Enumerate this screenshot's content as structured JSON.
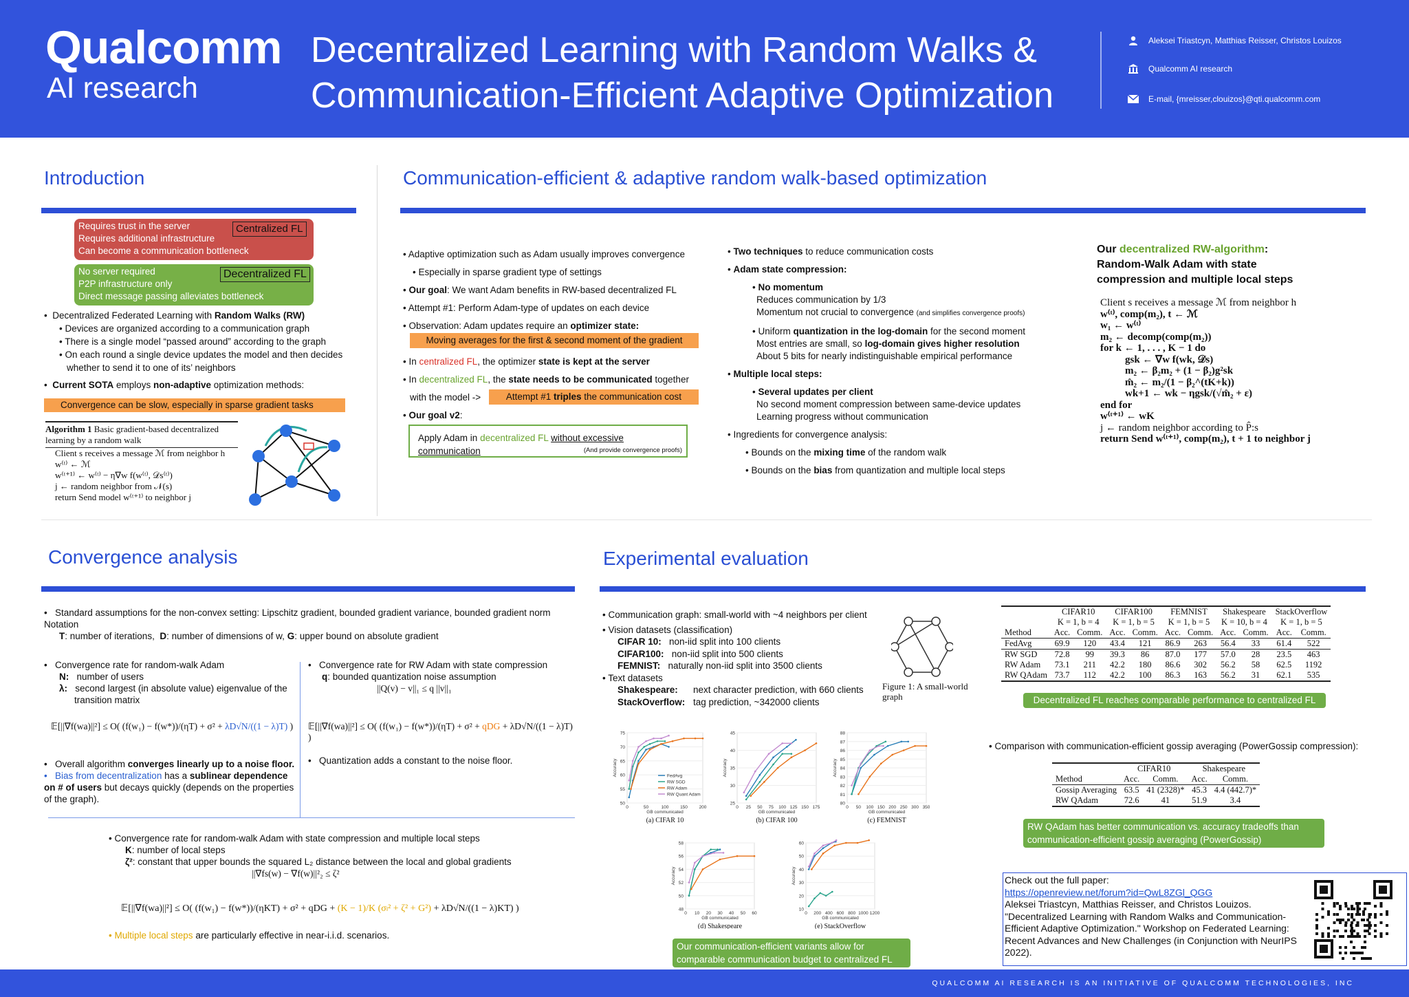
{
  "header": {
    "logo_line1": "Qualcomm",
    "logo_line2": "AI research",
    "title_line1": "Decentralized Learning with Random Walks &",
    "title_line2": "Communication-Efficient Adaptive Optimization",
    "authors": "Aleksei Triastcyn, Matthias Reisser, Christos Louizos",
    "affiliation": "Qualcomm AI research",
    "email": "E-mail, {mreisser,clouizos}@qti.qualcomm.com",
    "icons": [
      "person-icon",
      "building-icon",
      "mail-icon"
    ],
    "color": "#3253dc"
  },
  "intro": {
    "title": "Introduction",
    "central_box": {
      "lines": [
        "Requires trust in the server",
        "Requires additional infrastructure",
        "Can become a communication bottleneck"
      ],
      "label": "Centralized FL",
      "color": "#c9504b"
    },
    "decentral_box": {
      "lines": [
        "No server required",
        "P2P infrastructure only",
        "Direct message passing alleviates bottleneck"
      ],
      "label": "Decentralized FL",
      "color": "#77b047"
    },
    "b1_pre": "Decentralized Federated Learning with ",
    "b1_bold": "Random Walks (RW)",
    "sub": [
      "Devices are organized according to a communication graph",
      "There is a single model “passed around” according to the graph",
      "On each round a single device updates the model and then decides",
      "whether to send it to one of its’ neighbors"
    ],
    "b2_bold1": "Current SOTA",
    "b2_mid": " employs ",
    "b2_bold2": "non-adaptive",
    "b2_post": " optimization methods:",
    "highlight": "Convergence can be slow, especially in sparse gradient tasks",
    "algo_title_bold": "Algorithm 1",
    "algo_title": " Basic gradient-based decentralized learning by a random walk",
    "algo_lines": [
      "Client s receives a message ℳ from neighbor h",
      "w⁽ᵗ⁾ ← ℳ",
      "w⁽ᵗ⁺¹⁾ ← w⁽ᵗ⁾ − η∇w f(w⁽ᵗ⁾, 𝒟s⁽ᵗ⁾)",
      "j ← random neighbor from 𝒩(s)",
      "return Send model w⁽ᵗ⁺¹⁾ to neighbor j"
    ]
  },
  "comm": {
    "title": "Communication-efficient & adaptive random walk-based optimization",
    "col1": {
      "l1": "Adaptive optimization such as Adam usually improves convergence",
      "l2": "Especially in sparse gradient type of settings",
      "l3_bold": "Our goal",
      "l3": ": We want Adam benefits in RW-based decentralized FL",
      "l4": "Attempt #1: Perform Adam-type of updates on each device",
      "l5_pre": "Observation: Adam updates require an ",
      "l5_bold": "optimizer state:",
      "hl1": "Moving averages for the first & second moment of the gradient",
      "l6_pre": "In ",
      "l6_red": "centralized FL",
      "l6_mid": ", the optimizer ",
      "l6_bold": "state is kept at the server",
      "l7_pre": "In ",
      "l7_green": "decentralized FL",
      "l7_mid": ", the ",
      "l7_bold": "state needs to be communicated",
      "l7_post": " together",
      "l8": "with the model ->",
      "hl2_pre": "Attempt #1 ",
      "hl2_bold": "triples",
      "hl2_post": " the communication cost",
      "l9_bold": "Our goal v2",
      "l9": ":",
      "goal_pre": "Apply Adam in ",
      "goal_green": "decentralized FL",
      "goal_under": "without excessive communication",
      "goal_small": "(And provide convergence proofs)"
    },
    "col2": {
      "l1_bold": "Two techniques",
      "l1": " to reduce communication costs",
      "l2_bold": "Adam state compression:",
      "nm_bold": "No momentum",
      "nm1": "Reduces communication by 1/3",
      "nm2": "Momentum not crucial to convergence ",
      "nm2_small": "(and simplifies convergence proofs)",
      "uq_pre": "Uniform ",
      "uq_bold": "quantization in the log-domain",
      "uq_post": " for the second moment",
      "uq2_pre": "Most entries are small, so ",
      "uq2_bold": "log-domain gives higher resolution",
      "uq3": "About 5 bits for nearly indistinguishable empirical performance",
      "ml_bold": "Multiple local steps:",
      "su_bold": "Several updates per client",
      "su1": "No second moment compression between same-device updates",
      "su2": "Learning progress without communication",
      "ing": "Ingredients for convergence analysis:",
      "in1_pre": "Bounds on the ",
      "in1_bold": "mixing time",
      "in1_post": " of the random walk",
      "in2_pre": "Bounds on the ",
      "in2_bold": "bias",
      "in2_post": " from quantization and multiple local steps"
    },
    "col3": {
      "h_pre": "Our ",
      "h_green": "decentralized RW-algorithm",
      "h_post": ":",
      "h2": "Random-Walk Adam with state",
      "h3": "compression and multiple local steps",
      "algo": [
        "Client s receives a message ℳ from neighbor h",
        "w⁽ᵗ⁾, comp(m₂), t ← ℳ",
        "w₁ ← w⁽ᵗ⁾",
        "m₂ ← decomp(comp(m₂))",
        "for k ← 1, . . . , K − 1 do",
        "gsk ← ∇w f(wk, 𝒟s)",
        "m₂ ← β₂m₂ + (1 − β₂)g²sk",
        "m̂₂ ← m₂/(1 − β₂^(tK+k))",
        "wk+1 ← wk − ηgsk/(√m̂₂ + ε)",
        "end for",
        "w⁽ᵗ⁺¹⁾ ← wK",
        "j ← random neighbor according to P̂:s",
        "return Send w⁽ᵗ⁺¹⁾, comp(m₂), t + 1 to neighbor j"
      ]
    }
  },
  "conv": {
    "title": "Convergence analysis",
    "a1": "Standard assumptions for the non-convex setting: Lipschitz gradient, bounded gradient variance, bounded gradient norm",
    "notation": "Notation",
    "n_T": "T",
    "n_T_desc": ": number of iterations,",
    "n_D": "D",
    "n_D_desc": ": number of dimensions of w,",
    "n_G": "G",
    "n_G_desc": ": upper bound on absolute gradient",
    "left": {
      "l1": "Convergence rate for random-walk Adam",
      "n": "N:",
      "n_desc": "number of users",
      "lam": "λ:",
      "lam_desc": "second largest (in absolute value) eigenvalue of the",
      "lam_desc2": "transition matrix",
      "eq_main": "𝔼[||∇f(wa)||²] ≤ O( (f(w₁) − f(w*))/(ηT) + σ² + ",
      "eq_blue": "λD√N/((1 − λ)T)",
      "eq_end": " )",
      "o1_pre": "Overall algorithm ",
      "o1_bold": "converges linearly up to a noise floor.",
      "o2_blue": "Bias from decentralization",
      "o2_mid": " has a ",
      "o2_bold": "sublinear dependence on # of users",
      "o2_post": " but decays quickly (depends on the properties of the graph)."
    },
    "right": {
      "l1": "Convergence rate for RW Adam with state compression",
      "q": "q",
      "q_desc": ":    bounded quantization noise assumption",
      "q_eq": "||Q(v) − v||₁ ≤ q ||v||₁",
      "eq_main": "𝔼[||∇f(wa)||²] ≤ O( (f(w₁) − f(w*))/(ηT) + σ² + ",
      "eq_orange": "qDG",
      "eq_end": " + λD√N/((1 − λ)T) )",
      "note": "Quantization adds a constant to the noise floor."
    },
    "bottom": {
      "l1": "Convergence rate for random-walk Adam with state compression and multiple local steps",
      "k": "K",
      "k_desc": ":     number of local steps",
      "z": "ζ²",
      "z_desc": ":  constant that upper bounds the squared L₂ distance between the local and global gradients",
      "z_eq": "||∇fs(w) − ∇f(w)||²₂ ≤ ζ²",
      "eq_main": "𝔼[||∇f(wa)||²] ≤ O( (f(w₁) − f(w*))/(ηKT) + σ² + qDG + ",
      "eq_yellow": "(K − 1)/K (σₗ² + ζ² + G²)",
      "eq_end": " + λD√N/((1 − λ)KT) )",
      "note_yellow": "Multiple local steps",
      "note": " are particularly effective in near-i.i.d. scenarios."
    }
  },
  "exp": {
    "title": "Experimental evaluation",
    "c1": "Communication graph: small-world with ~4 neighbors per client",
    "v": "Vision datasets (classification)",
    "v1_b": "CIFAR 10:",
    "v1": "non-iid split into 100 clients",
    "v2_b": "CIFAR100:",
    "v2": "non-iid split into 500 clients",
    "v3_b": "FEMNIST:",
    "v3": "naturally non-iid split into 3500 clients",
    "t": "Text datasets",
    "t1_b": "Shakespeare:",
    "t1": "next character prediction, with 660 clients",
    "t2_b": "StackOverflow:",
    "t2": "tag prediction, ~342000 clients",
    "fig1_caption": "Figure 1: A small-world graph",
    "table1": {
      "datasets": [
        "CIFAR10",
        "CIFAR100",
        "FEMNIST",
        "Shakespeare",
        "StackOverflow"
      ],
      "settings": [
        "K = 1, b = 4",
        "K = 1, b = 5",
        "K = 1, b = 5",
        "K = 10, b = 4",
        "K = 1, b = 5"
      ],
      "sub": [
        "Acc.",
        "Comm."
      ],
      "method": "Method",
      "rows": [
        [
          "FedAvg",
          "69.9",
          "120",
          "43.4",
          "121",
          "86.9",
          "263",
          "56.4",
          "33",
          "61.4",
          "522"
        ],
        [
          "RW SGD",
          "72.8",
          "99",
          "39.3",
          "86",
          "87.0",
          "177",
          "57.0",
          "28",
          "23.5",
          "463"
        ],
        [
          "RW Adam",
          "73.1",
          "211",
          "42.2",
          "180",
          "86.6",
          "302",
          "56.2",
          "58",
          "62.5",
          "1192"
        ],
        [
          "RW QAdam",
          "73.7",
          "112",
          "42.2",
          "100",
          "86.3",
          "163",
          "56.2",
          "31",
          "62.1",
          "535"
        ]
      ]
    },
    "hl1": "Decentralized FL reaches comparable performance to centralized FL",
    "c2": "Comparison with communication-efficient gossip averaging (PowerGossip compression):",
    "table2": {
      "datasets": [
        "CIFAR10",
        "Shakespeare"
      ],
      "sub": [
        "Acc.",
        "Comm."
      ],
      "method": "Method",
      "rows": [
        [
          "Gossip Averaging",
          "63.5",
          "41 (2328)*",
          "45.3",
          "4.4 (442.7)*"
        ],
        [
          "RW QAdam",
          "72.6",
          "41",
          "51.9",
          "3.4"
        ]
      ]
    },
    "hl2": "RW QAdam has better communication vs. accuracy tradeoffs than communication-efficient gossip averaging (PowerGossip)",
    "hl3": "Our communication-efficient variants allow for comparable communication budget to centralized FL",
    "paper_title": "Check out the full paper:",
    "paper_link": "https://openreview.net/forum?id=QwL8ZGl_QGG",
    "paper_cite": "Aleksei Triastcyn, Matthias Reisser, and Christos Louizos. \"Decentralized Learning with Random Walks and Communication-Efficient Adaptive Optimization.\" Workshop on Federated Learning: Recent Advances and New Challenges (in Conjunction with NeurIPS 2022)."
  },
  "chart_data": [
    {
      "type": "line",
      "title": "(a) CIFAR 10",
      "xlabel": "GB communicated",
      "ylabel": "Accuracy",
      "xlim": [
        0,
        200
      ],
      "ylim": [
        50,
        75
      ],
      "x_ticks": [
        "0",
        "50",
        "100",
        "150",
        "200"
      ],
      "y_ticks": [
        "50",
        "55",
        "60",
        "65",
        "70",
        "75"
      ],
      "legend": "bottom-right",
      "series": [
        {
          "name": "FedAvg",
          "color": "#2a7fb8",
          "x": [
            5,
            15,
            30,
            50,
            70,
            90,
            110
          ],
          "y": [
            52,
            58,
            65,
            69,
            70,
            71,
            70
          ]
        },
        {
          "name": "RW SGD",
          "color": "#2ca58d",
          "x": [
            5,
            15,
            30,
            45,
            60,
            80,
            100
          ],
          "y": [
            55,
            63,
            68,
            70,
            71,
            72,
            72
          ]
        },
        {
          "name": "RW Adam",
          "color": "#e8731a",
          "x": [
            10,
            30,
            60,
            90,
            120,
            150,
            180,
            200
          ],
          "y": [
            55,
            64,
            69,
            71,
            72,
            73,
            73,
            73
          ]
        },
        {
          "name": "RW Quant Adam",
          "color": "#c38bd0",
          "x": [
            5,
            15,
            30,
            50,
            70,
            90,
            110
          ],
          "y": [
            58,
            65,
            70,
            72,
            73,
            73,
            74
          ]
        }
      ]
    },
    {
      "type": "line",
      "title": "(b) CIFAR 100",
      "xlabel": "GB communicated",
      "ylabel": "Accuracy",
      "xlim": [
        0,
        175
      ],
      "ylim": [
        25,
        45
      ],
      "x_ticks": [
        "0",
        "25",
        "50",
        "75",
        "100",
        "125",
        "150",
        "175"
      ],
      "y_ticks": [
        "25",
        "30",
        "35",
        "40",
        "45"
      ],
      "series": [
        {
          "name": "FedAvg",
          "color": "#2a7fb8",
          "x": [
            20,
            50,
            80,
            110,
            130
          ],
          "y": [
            27,
            33,
            38,
            41,
            43
          ]
        },
        {
          "name": "RW SGD",
          "color": "#2ca58d",
          "x": [
            20,
            50,
            80,
            100,
            120
          ],
          "y": [
            26,
            31,
            36,
            39,
            39
          ]
        },
        {
          "name": "RW Adam",
          "color": "#e8731a",
          "x": [
            30,
            60,
            90,
            120,
            150,
            175
          ],
          "y": [
            27,
            31,
            35,
            38,
            40,
            42
          ]
        },
        {
          "name": "RW Quant Adam",
          "color": "#c38bd0",
          "x": [
            15,
            40,
            70,
            100,
            120
          ],
          "y": [
            28,
            34,
            39,
            42,
            42
          ]
        }
      ]
    },
    {
      "type": "line",
      "title": "(c) FEMNIST",
      "xlabel": "GB communicated",
      "ylabel": "Accuracy",
      "xlim": [
        0,
        350
      ],
      "ylim": [
        80,
        88
      ],
      "x_ticks": [
        "0",
        "50",
        "100",
        "150",
        "200",
        "250",
        "300",
        "350"
      ],
      "y_ticks": [
        "80",
        "81",
        "82",
        "83",
        "84",
        "85",
        "86",
        "87",
        "88"
      ],
      "series": [
        {
          "name": "FedAvg",
          "color": "#2a7fb8",
          "x": [
            20,
            60,
            120,
            180,
            240,
            270
          ],
          "y": [
            81,
            84,
            85.5,
            86.5,
            87,
            87
          ]
        },
        {
          "name": "RW SGD",
          "color": "#2ca58d",
          "x": [
            20,
            50,
            90,
            130,
            170
          ],
          "y": [
            81,
            84,
            85.5,
            86.5,
            87
          ]
        },
        {
          "name": "RW Adam",
          "color": "#e8731a",
          "x": [
            50,
            100,
            150,
            200,
            250,
            300,
            350
          ],
          "y": [
            81,
            83,
            84.5,
            85.5,
            86,
            86.5,
            86.5
          ]
        },
        {
          "name": "RW Quant Adam",
          "color": "#c38bd0",
          "x": [
            20,
            60,
            100,
            140,
            160
          ],
          "y": [
            82,
            84.5,
            86,
            86.5,
            86.5
          ]
        }
      ]
    },
    {
      "type": "line",
      "title": "(d) Shakespeare",
      "xlabel": "GB communicated",
      "ylabel": "Accuracy",
      "xlim": [
        0,
        60
      ],
      "ylim": [
        48,
        58
      ],
      "x_ticks": [
        "0",
        "10",
        "20",
        "30",
        "40",
        "50",
        "60"
      ],
      "y_ticks": [
        "48",
        "50",
        "52",
        "54",
        "56",
        "58"
      ],
      "series": [
        {
          "name": "FedAvg",
          "color": "#2a7fb8",
          "x": [
            3,
            8,
            15,
            22,
            30
          ],
          "y": [
            50,
            54,
            56,
            56.5,
            57
          ]
        },
        {
          "name": "RW SGD",
          "color": "#2ca58d",
          "x": [
            3,
            8,
            15,
            22,
            28
          ],
          "y": [
            50,
            54,
            56,
            57,
            57
          ]
        },
        {
          "name": "RW Adam",
          "color": "#e8731a",
          "x": [
            5,
            15,
            30,
            45,
            60
          ],
          "y": [
            51,
            54,
            55.5,
            56,
            56
          ]
        },
        {
          "name": "RW Quant Adam",
          "color": "#c38bd0",
          "x": [
            3,
            8,
            15,
            25,
            33
          ],
          "y": [
            52,
            55,
            56,
            56.5,
            56.5
          ]
        }
      ]
    },
    {
      "type": "line",
      "title": "(e) StackOverflow",
      "xlabel": "GB communicated",
      "ylabel": "Accuracy",
      "xlim": [
        0,
        1200
      ],
      "ylim": [
        10,
        60
      ],
      "x_ticks": [
        "0",
        "200",
        "400",
        "600",
        "800",
        "1000",
        "1200"
      ],
      "y_ticks": [
        "10",
        "20",
        "30",
        "40",
        "50",
        "60"
      ],
      "series": [
        {
          "name": "FedAvg",
          "color": "#2a7fb8",
          "x": [
            50,
            150,
            300,
            450,
            520
          ],
          "y": [
            40,
            50,
            56,
            60,
            61
          ]
        },
        {
          "name": "RW SGD",
          "color": "#2ca58d",
          "x": [
            50,
            150,
            250,
            350,
            460
          ],
          "y": [
            12,
            18,
            22,
            20,
            23
          ]
        },
        {
          "name": "RW Adam",
          "color": "#e8731a",
          "x": [
            100,
            300,
            500,
            700,
            900,
            1100
          ],
          "y": [
            40,
            52,
            58,
            60,
            60,
            62
          ]
        },
        {
          "name": "RW Quant Adam",
          "color": "#c38bd0",
          "x": [
            50,
            150,
            300,
            450,
            530
          ],
          "y": [
            42,
            52,
            58,
            60,
            62
          ]
        }
      ]
    }
  ],
  "footer": {
    "text": "QUALCOMM AI RESEARCH IS AN INITIATIVE OF QUALCOMM TECHNOLOGIES, INC"
  }
}
